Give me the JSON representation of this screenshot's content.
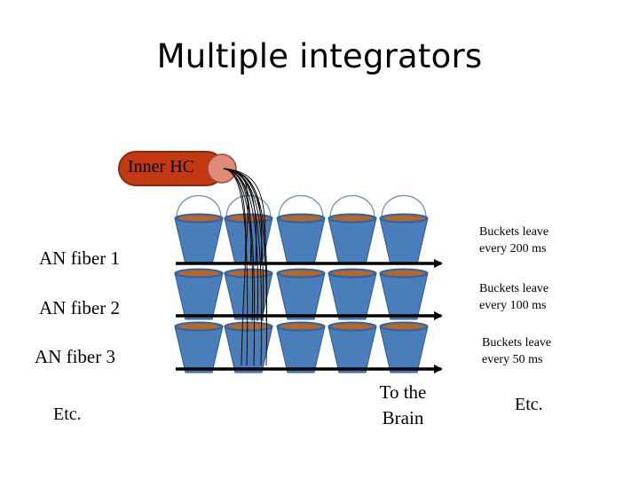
{
  "title": "Multiple integrators",
  "hair_cell": {
    "label": "Inner HC"
  },
  "fibers": [
    {
      "label": "AN fiber 1",
      "rate": "Buckets leave every 200 ms"
    },
    {
      "label": "AN fiber 2",
      "rate": "Buckets leave every 100 ms"
    },
    {
      "label": "AN fiber 3",
      "rate": "Buckets leave every 50 ms"
    }
  ],
  "left_etc": "Etc.",
  "right_etc": "Etc.",
  "destination": "To the Brain",
  "colors": {
    "bucket_fill": "#4a7ebb",
    "bucket_stroke": "#2c5a8f",
    "bucket_contents": "#c0651e",
    "hair_cell_fill": "#c33a12",
    "hair_cell_end": "#e08a78",
    "arrow": "#000000"
  }
}
